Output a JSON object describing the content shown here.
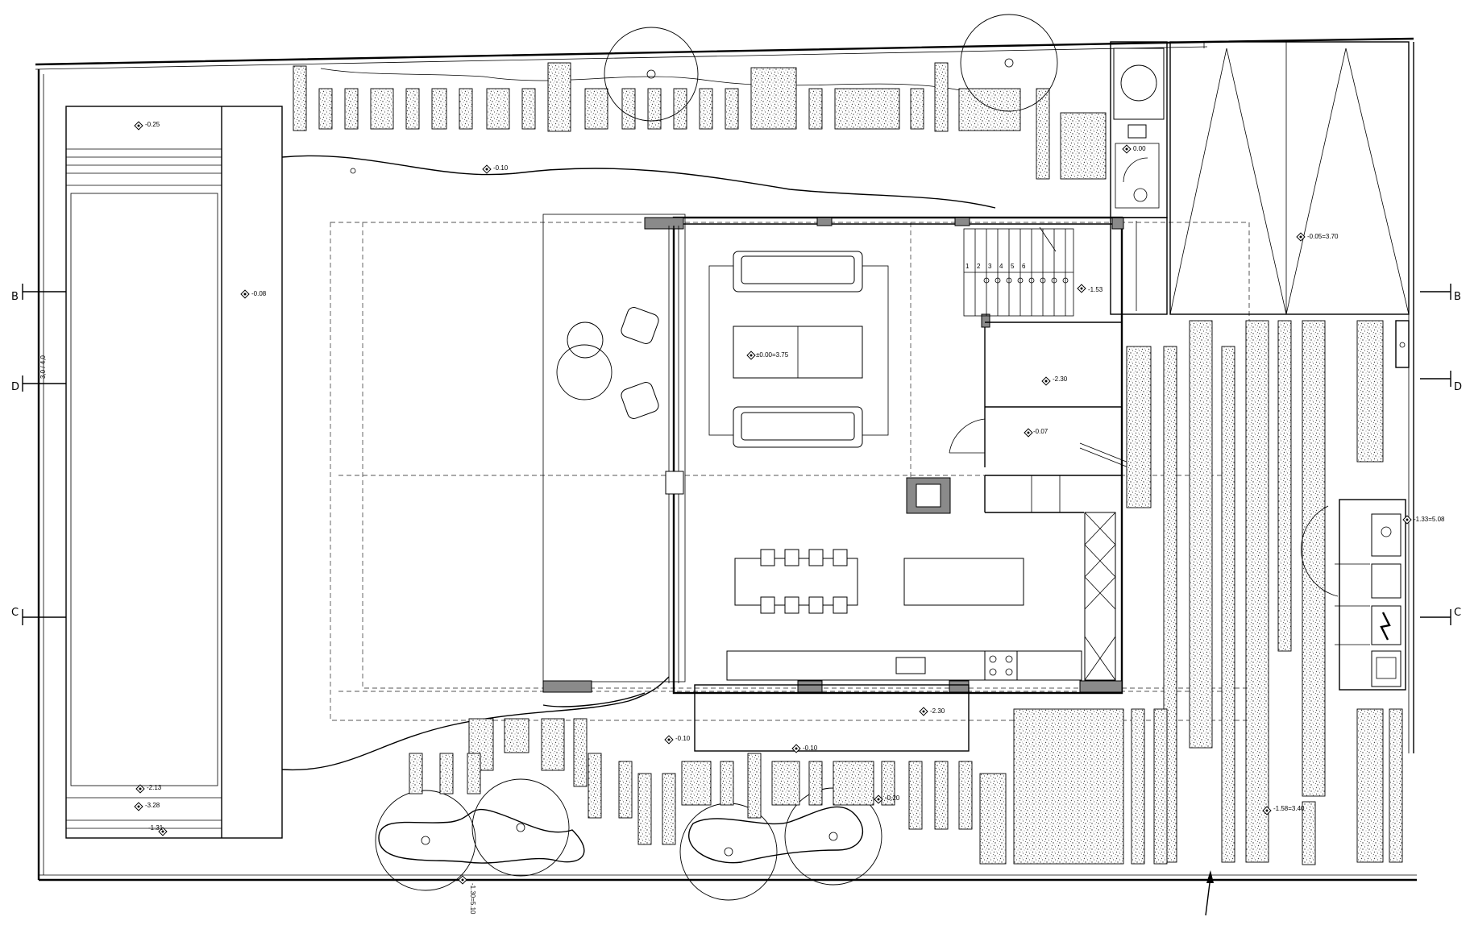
{
  "section_markers": [
    "B",
    "D",
    "C"
  ],
  "north_arrow_icon": "north-arrow-icon",
  "level_marker_icon": "level-diamond-icon",
  "pool_side_label": "3,0 / 4,0",
  "levels": [
    {
      "id": "pool-top",
      "text": "-0.25"
    },
    {
      "id": "lawn-north",
      "text": "-0.10"
    },
    {
      "id": "pool",
      "text": "-0.08"
    },
    {
      "id": "living",
      "text": "±0.00=3.75"
    },
    {
      "id": "stair-landing",
      "text": "-1.53"
    },
    {
      "id": "room-east",
      "text": "-2.30"
    },
    {
      "id": "entry",
      "text": "-0.07"
    },
    {
      "id": "entry-box",
      "text": "0.00"
    },
    {
      "id": "garage",
      "text": "-0.05=3.70"
    },
    {
      "id": "east-strip",
      "text": "-1.33=5.08"
    },
    {
      "id": "terrace-south",
      "text": "-2.30"
    },
    {
      "id": "south-a",
      "text": "-0.10"
    },
    {
      "id": "south-b",
      "text": "-0.10"
    },
    {
      "id": "south-path",
      "text": "-0.20"
    },
    {
      "id": "pool-steps-1",
      "text": "-2.13"
    },
    {
      "id": "pool-steps-2",
      "text": "-3.28"
    },
    {
      "id": "pool-steps-3",
      "text": "-1.31"
    },
    {
      "id": "site-edge",
      "text": "-1.30=5.10"
    },
    {
      "id": "east-garden",
      "text": "-1.58=3.40"
    }
  ],
  "stair_numbers": [
    "1",
    "2",
    "3",
    "4",
    "5",
    "6"
  ]
}
